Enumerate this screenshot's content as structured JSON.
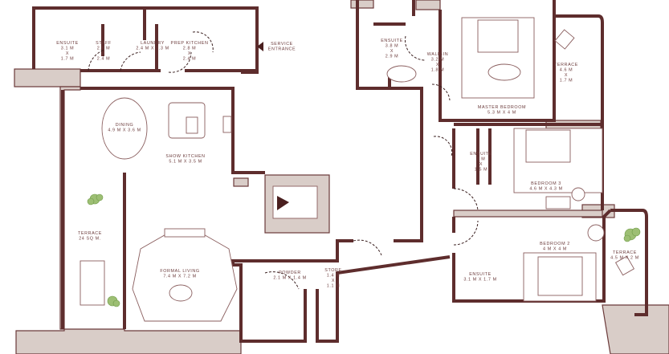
{
  "plan": {
    "rooms": [
      {
        "name": "ENSUITE",
        "size": [
          "3.1 M",
          "X",
          "1.7 M"
        ]
      },
      {
        "name": "STAFF",
        "size": [
          "2.5 M",
          "X",
          "2.4 M"
        ]
      },
      {
        "name": "LAUNDRY",
        "size": [
          "2.4 M X 1.3 M"
        ]
      },
      {
        "name": "PREP KITCHEN",
        "size": [
          "2.8 M",
          "X",
          "2.4 M"
        ]
      },
      {
        "name": "SERVICE",
        "size": [
          "ENTRANCE"
        ]
      },
      {
        "name": "DINING",
        "size": [
          "4.9 M X 3.6 M"
        ]
      },
      {
        "name": "SHOW KITCHEN",
        "size": [
          "5.1 M X 3.5 M"
        ]
      },
      {
        "name": "TERRACE",
        "size": [
          "24 SQ M."
        ]
      },
      {
        "name": "FORMAL LIVING",
        "size": [
          "7.4 M X 7.2 M"
        ]
      },
      {
        "name": "POWDER",
        "size": [
          "2.1 M X 1.4 M"
        ]
      },
      {
        "name": "STORE",
        "size": [
          "1.4 M",
          "X",
          "1.1 M"
        ]
      },
      {
        "name": "ENSUITE",
        "size": [
          "3.8 M",
          "X",
          "2.9 M"
        ]
      },
      {
        "name": "WALK-IN",
        "size": [
          "3.2 M",
          "X",
          "1.8 M"
        ]
      },
      {
        "name": "MASTER BEDROOM",
        "size": [
          "5.3 M X 4 M"
        ]
      },
      {
        "name": "TERRACE",
        "size": [
          "4.6 M",
          "X",
          "1.7 M"
        ]
      },
      {
        "name": "ENSUITE",
        "size": [
          "3 M",
          "X",
          "1.5 M"
        ]
      },
      {
        "name": "BEDROOM 3",
        "size": [
          "4.6 M X 4.3 M"
        ]
      },
      {
        "name": "BEDROOM 2",
        "size": [
          "4 M X 4 M"
        ]
      },
      {
        "name": "TERRACE",
        "size": [
          "4.5 M X 2 M"
        ]
      },
      {
        "name": "ENSUITE",
        "size": [
          "3.1 M X 1.7 M"
        ]
      }
    ]
  },
  "colors": {
    "wall": "#5e2d2d",
    "slab": "#d9cdc8",
    "text": "#6b3b3b",
    "plant": "#9dbf74"
  }
}
